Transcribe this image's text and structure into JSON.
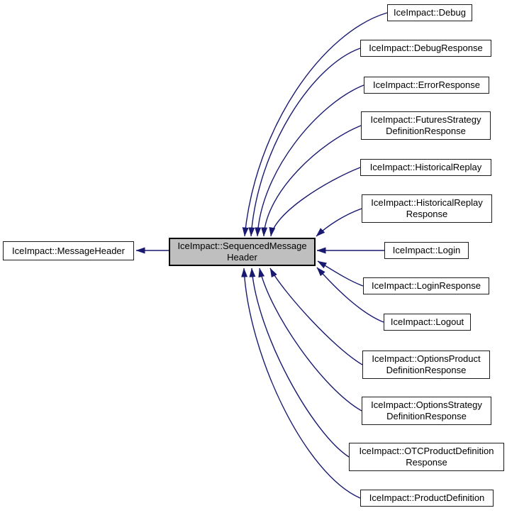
{
  "diagram": {
    "kind": "class-inheritance-graph",
    "base_node": {
      "label": "IceImpact::MessageHeader"
    },
    "focus_node": {
      "label": "IceImpact::SequencedMessage\nHeader"
    },
    "derived_nodes": [
      {
        "label": "IceImpact::Debug"
      },
      {
        "label": "IceImpact::DebugResponse"
      },
      {
        "label": "IceImpact::ErrorResponse"
      },
      {
        "label": "IceImpact::FuturesStrategy\nDefinitionResponse"
      },
      {
        "label": "IceImpact::HistoricalReplay"
      },
      {
        "label": "IceImpact::HistoricalReplay\nResponse"
      },
      {
        "label": "IceImpact::Login"
      },
      {
        "label": "IceImpact::LoginResponse"
      },
      {
        "label": "IceImpact::Logout"
      },
      {
        "label": "IceImpact::OptionsProduct\nDefinitionResponse"
      },
      {
        "label": "IceImpact::OptionsStrategy\nDefinitionResponse"
      },
      {
        "label": "IceImpact::OTCProductDefinition\nResponse"
      },
      {
        "label": "IceImpact::ProductDefinition"
      }
    ]
  },
  "colors": {
    "edge": "#191970",
    "node-fill": "#ffffff",
    "node-border": "#1c1c1c",
    "focus-fill": "#bfbfbf",
    "focus-border": "#000000",
    "text": "#000000",
    "background": "#ffffff"
  }
}
